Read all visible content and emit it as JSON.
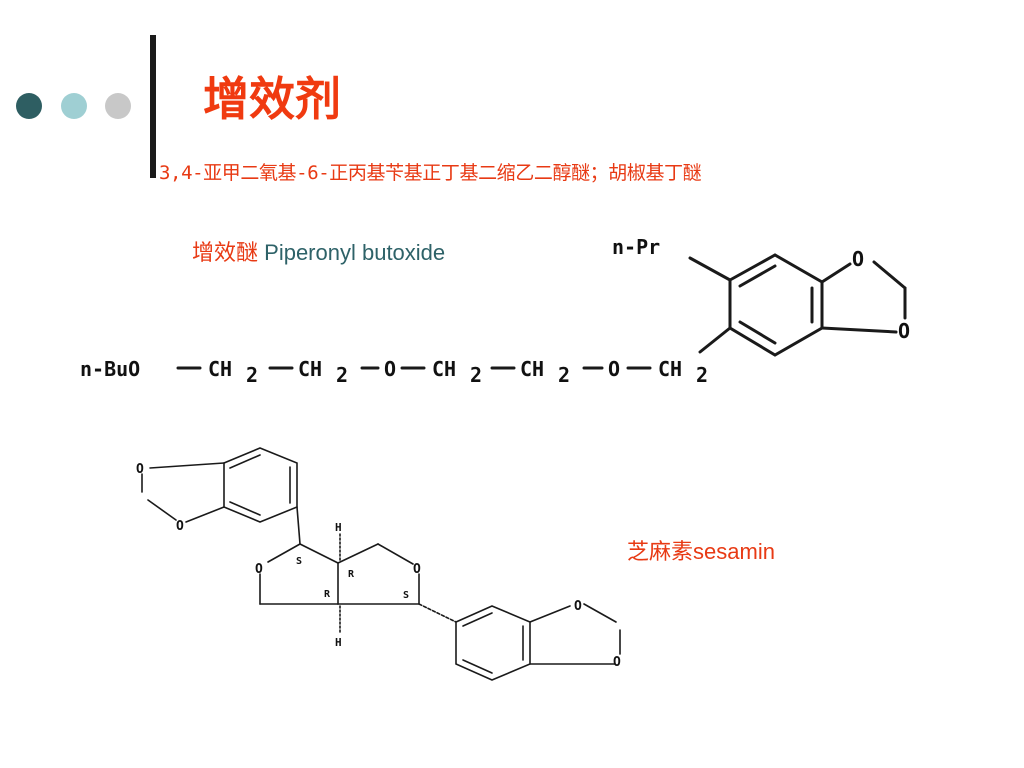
{
  "colors": {
    "dot1": "#2e5e62",
    "dot2": "#9fcfd3",
    "dot3": "#c8c8c8",
    "title": "#f03a10",
    "text_red": "#e83a14",
    "text_teal": "#2e6268",
    "structure": "#1a1a1a"
  },
  "slide": {
    "title": "增效剂",
    "subtitle": "3,4-亚甲二氧基-6-正丙基苄基正丁基二缩乙二醇醚；胡椒基丁醚"
  },
  "pbo": {
    "label_cn": "增效醚",
    "label_en": "Piperonyl butoxide",
    "chain": {
      "bu": "n-BuO",
      "ch2_1": "CH",
      "ch2_2": "CH",
      "o1": "O",
      "ch2_3": "CH",
      "ch2_4": "CH",
      "o2": "O",
      "ch2_5": "CH",
      "sub": "2"
    },
    "pr": "n-Pr",
    "ring_o1": "O",
    "ring_o2": "O"
  },
  "sesamin": {
    "label_cn": "芝麻素",
    "label_en": "sesamin",
    "o_atom": "O",
    "h_atom": "H",
    "s_label": "S",
    "r_label": "R"
  }
}
